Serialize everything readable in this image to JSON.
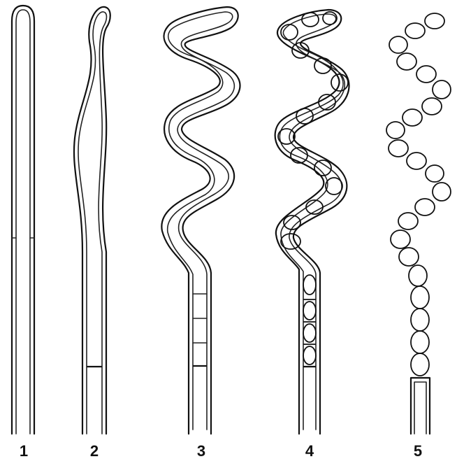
{
  "figure": {
    "labels": [
      "1",
      "2",
      "3",
      "4",
      "5"
    ]
  },
  "colors": {
    "background": "#ffffff",
    "ink": "#111111"
  }
}
